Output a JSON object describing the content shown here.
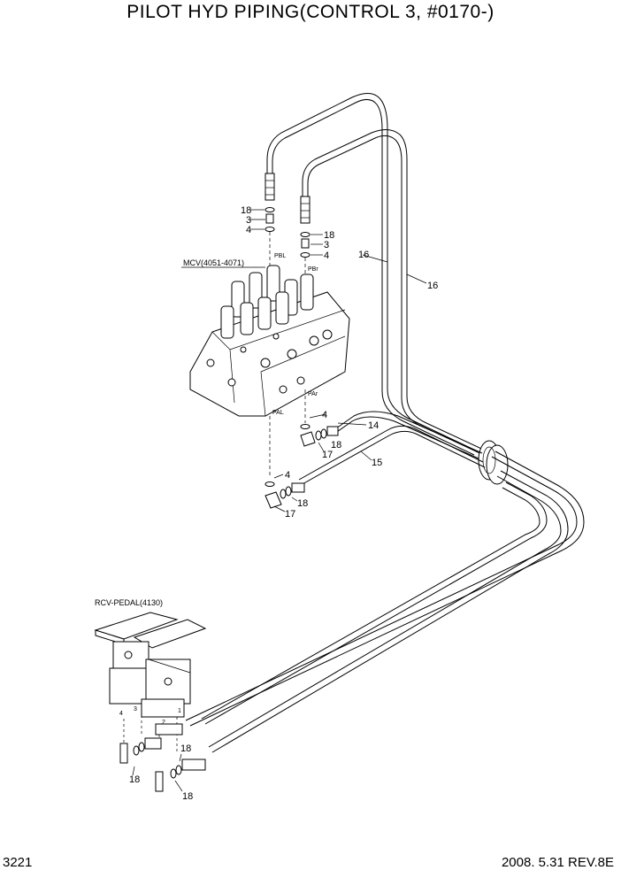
{
  "title": "PILOT HYD PIPING(CONTROL 3, #0170-)",
  "footer": {
    "page": "3221",
    "date_rev": "2008. 5.31  REV.8E"
  },
  "components": {
    "mcv": "MCV(4051-4071)",
    "rcv": "RCV-PEDAL(4130)"
  },
  "ports": {
    "pbl": "PBL",
    "pbr": "PBr",
    "par": "PAr",
    "pal": "PAL"
  },
  "callouts": {
    "c18a": "18",
    "c3a": "3",
    "c4a": "4",
    "c18b": "18",
    "c3b": "3",
    "c4b": "4",
    "c16a": "16",
    "c16b": "16",
    "c4c": "4",
    "c18c": "18",
    "c14": "14",
    "c17a": "17",
    "c15": "15",
    "c4d": "4",
    "c18d": "18",
    "c17b": "17",
    "c18e": "18",
    "c18f": "18",
    "c18g": "18"
  },
  "pedal_ports": {
    "p4": "4",
    "p3": "3",
    "p2": "2",
    "p1": "1"
  }
}
